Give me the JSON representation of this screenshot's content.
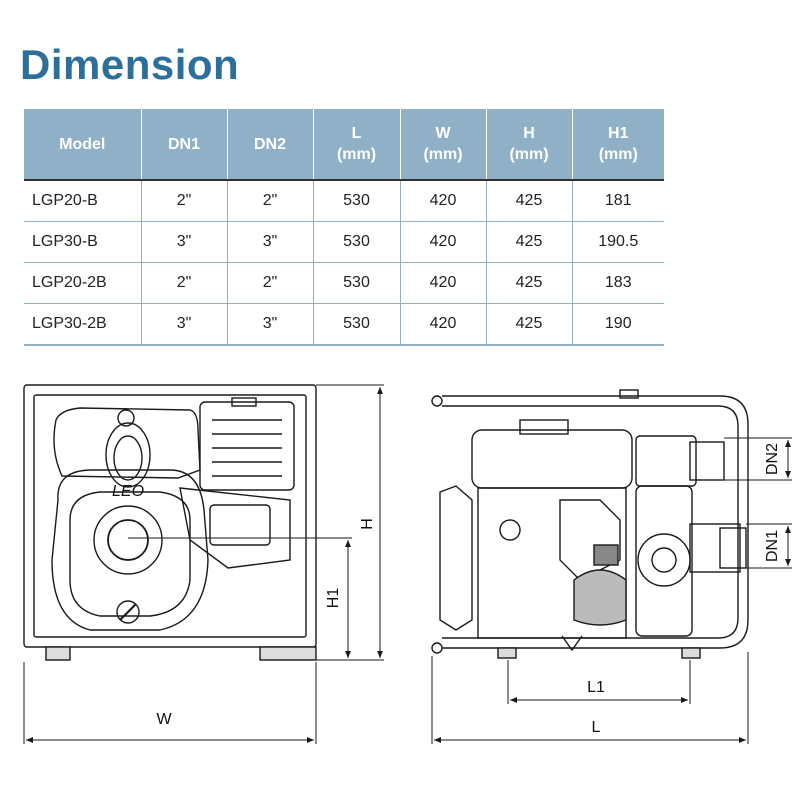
{
  "title": "Dimension",
  "table": {
    "headers": [
      {
        "label": "Model",
        "unit": ""
      },
      {
        "label": "DN1",
        "unit": ""
      },
      {
        "label": "DN2",
        "unit": ""
      },
      {
        "label": "L",
        "unit": "(mm)"
      },
      {
        "label": "W",
        "unit": "(mm)"
      },
      {
        "label": "H",
        "unit": "(mm)"
      },
      {
        "label": "H1",
        "unit": "(mm)"
      }
    ],
    "rows": [
      [
        "LGP20-B",
        "2\"",
        "2\"",
        "530",
        "420",
        "425",
        "181"
      ],
      [
        "LGP30-B",
        "3\"",
        "3\"",
        "530",
        "420",
        "425",
        "190.5"
      ],
      [
        "LGP20-2B",
        "2\"",
        "2\"",
        "530",
        "420",
        "425",
        "183"
      ],
      [
        "LGP30-2B",
        "3\"",
        "3\"",
        "530",
        "420",
        "425",
        "190"
      ]
    ]
  },
  "drawing": {
    "front_view": {
      "width_label": "W",
      "height_label": "H",
      "h1_label": "H1",
      "logo_text": "LEO"
    },
    "side_view": {
      "length_label": "L",
      "l1_label": "L1",
      "dn1_label": "DN1",
      "dn2_label": "DN2"
    }
  },
  "colors": {
    "title": "#2b6f9a",
    "header_bg": "#8fb0c6",
    "header_text": "#ffffff",
    "line": "#1a1a1a"
  }
}
